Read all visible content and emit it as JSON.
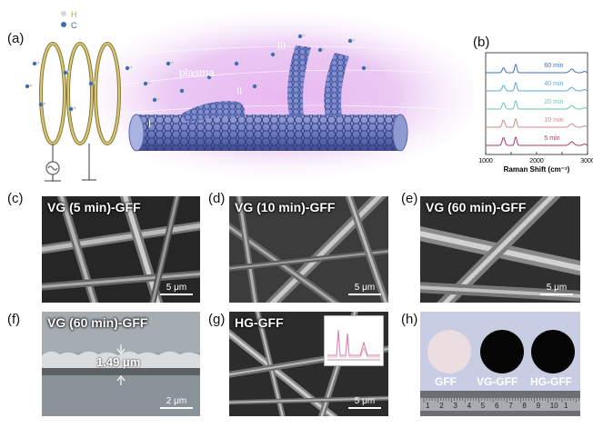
{
  "panels": {
    "a": {
      "label": "(a)",
      "legend_h": "H",
      "legend_c": "C",
      "plasma": "plasma",
      "stage_1": "I",
      "stage_2": "II",
      "stage_3": "III"
    },
    "b": {
      "label": "(b)",
      "xlabel": "Raman Shift (cm⁻¹)",
      "ticks": [
        "1000",
        "1500",
        "2000",
        "2500",
        "3000"
      ],
      "times": [
        "60 min",
        "40 min",
        "20 min",
        "10 min",
        "5 min"
      ],
      "colors": [
        "#3f6fb5",
        "#5aa7d6",
        "#6cc3b0",
        "#d48a8a",
        "#a83a6a"
      ]
    },
    "c": {
      "label": "(c)",
      "title": "VG (5 min)-GFF",
      "scale": "5 μm"
    },
    "d": {
      "label": "(d)",
      "title": "VG (10 min)-GFF",
      "scale": "5 μm"
    },
    "e": {
      "label": "(e)",
      "title": "VG (60 min)-GFF",
      "scale": "5 μm"
    },
    "f": {
      "label": "(f)",
      "title": "VG (60 min)-GFF",
      "thickness": "1.49 μm",
      "scale": "2 μm"
    },
    "g": {
      "label": "(g)",
      "title": "HG-GFF",
      "scale": "5 μm"
    },
    "h": {
      "label": "(h)",
      "samples": [
        "GFF",
        "VG-GFF",
        "HG-GFF"
      ],
      "ruler": [
        "1",
        "2",
        "3",
        "4",
        "5",
        "6",
        "7",
        "8",
        "9",
        "10",
        "1"
      ]
    }
  }
}
